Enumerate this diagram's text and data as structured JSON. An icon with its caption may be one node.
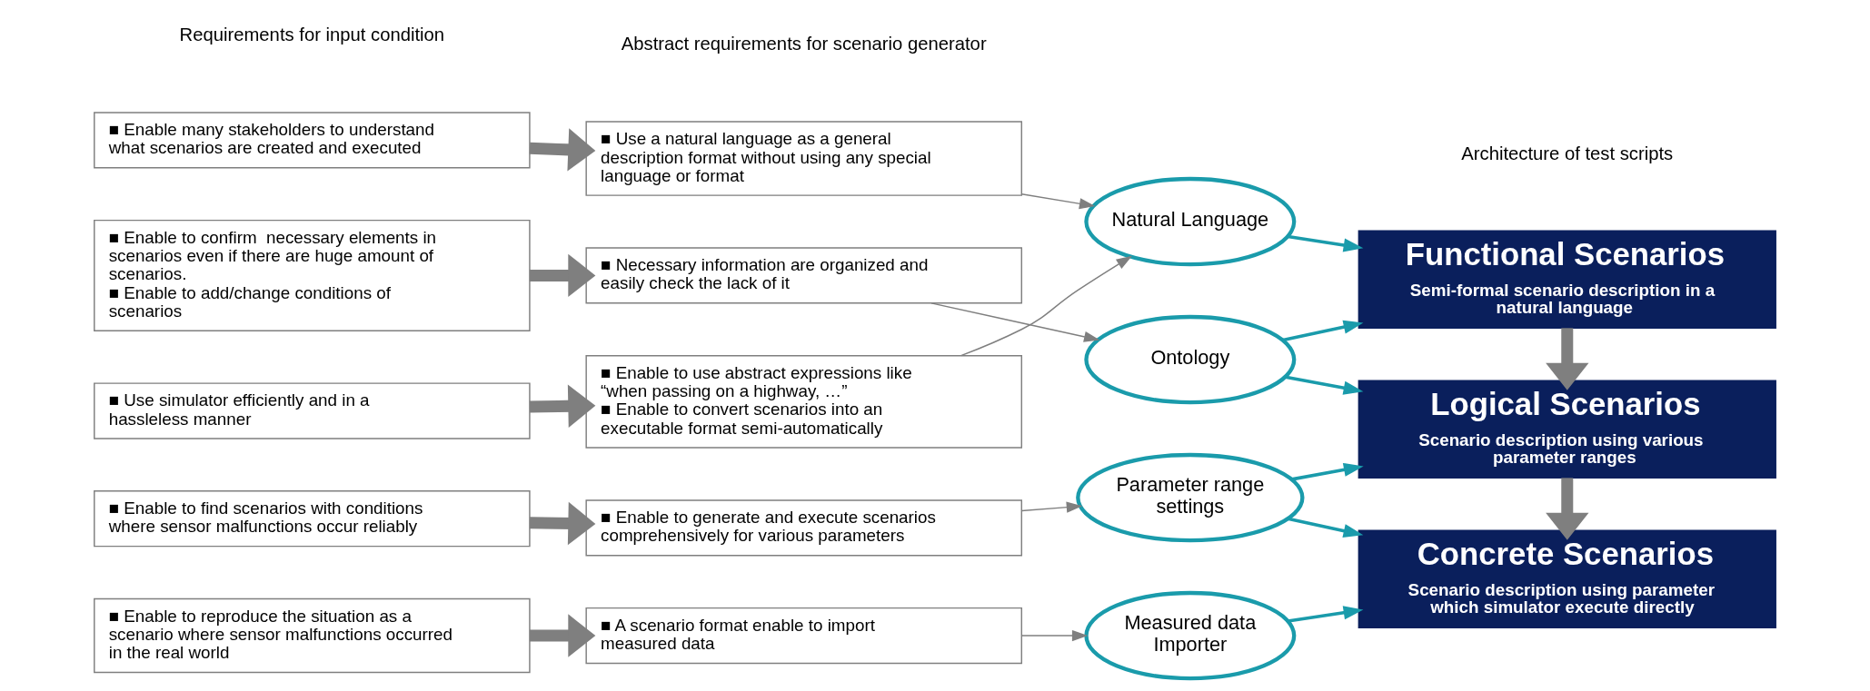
{
  "diagram": {
    "nodes": [
      {
        "text": [
          "■ Enable many stakeholders to understand what scenarios are created and executed"
        ]
      },
      {
        "text": [
          "■ Enable to confirm  necessary elements in scenarios even if there are huge amount of scenarios.",
          "■ Enable to add/change conditions of scenarios"
        ]
      },
      {
        "text": [
          "■ Use simulator efficiently and in a hassleless manner"
        ]
      },
      {
        "text": [
          "■ Enable to find scenarios with conditions where sensor malfunctions occur reliably"
        ]
      },
      {
        "text": [
          "■ Enable to reproduce the situation as a scenario where sensor malfunctions occurred in the real world"
        ]
      },
      {
        "text": [
          "■ Use a natural language as a general description format without using any special language or format"
        ]
      },
      {
        "text": [
          "■ Necessary information are organized and easily check the lack of it"
        ]
      },
      {
        "text": [
          "■ Enable to use abstract expressions like “when passing on a highway, …”",
          "■ Enable to convert scenarios into an executable format semi-automatically"
        ]
      },
      {
        "text": [
          "■ Enable to generate and execute scenarios comprehensively for various parameters"
        ]
      },
      {
        "text": [
          "■ A scenario format enable to import measured data"
        ]
      },
      {
        "text": [
          "Natural Language"
        ]
      },
      {
        "text": [
          "Ontology"
        ]
      },
      {
        "text": [
          "Parameter range settings"
        ]
      },
      {
        "text": [
          "Measured data Importer"
        ]
      },
      {
        "text": [
          "Functional Scenarios",
          "Semi-formal scenario description in a natural language"
        ]
      },
      {
        "text": [
          "Logical Scenarios",
          "Scenario description using various parameter ranges"
        ]
      },
      {
        "text": [
          "Concrete Scenarios",
          "Scenario description using parameter which simulator execute directly"
        ]
      }
    ],
    "edges": [
      {
        "from": 0,
        "to": 5,
        "arrow": "to",
        "style": "thick"
      },
      {
        "from": 1,
        "to": 6,
        "arrow": "to",
        "style": "thick"
      },
      {
        "from": 2,
        "to": 7,
        "arrow": "to",
        "style": "thick"
      },
      {
        "from": 3,
        "to": 8,
        "arrow": "to",
        "style": "thick"
      },
      {
        "from": 4,
        "to": 9,
        "arrow": "to",
        "style": "thick"
      },
      {
        "from": 5,
        "to": 10,
        "arrow": "to"
      },
      {
        "from": 6,
        "to": 11,
        "arrow": "to"
      },
      {
        "from": 7,
        "to": 10,
        "arrow": "to"
      },
      {
        "from": 8,
        "to": 12,
        "arrow": "to"
      },
      {
        "from": 9,
        "to": 13,
        "arrow": "to"
      },
      {
        "from": 10,
        "to": 14,
        "arrow": "to",
        "color": "#1a9bab"
      },
      {
        "from": 11,
        "to": 14,
        "arrow": "to",
        "color": "#1a9bab"
      },
      {
        "from": 11,
        "to": 15,
        "arrow": "to",
        "color": "#1a9bab"
      },
      {
        "from": 12,
        "to": 15,
        "arrow": "to",
        "color": "#1a9bab"
      },
      {
        "from": 12,
        "to": 16,
        "arrow": "to",
        "color": "#1a9bab"
      },
      {
        "from": 13,
        "to": 16,
        "arrow": "to",
        "color": "#1a9bab"
      },
      {
        "from": 14,
        "to": 15,
        "arrow": "to",
        "style": "thick"
      },
      {
        "from": 15,
        "to": 16,
        "arrow": "to",
        "style": "thick"
      }
    ],
    "labels": [
      "Requirements for input condition",
      "Abstract requirements for scenario generator",
      "Architecture of test scripts"
    ]
  }
}
